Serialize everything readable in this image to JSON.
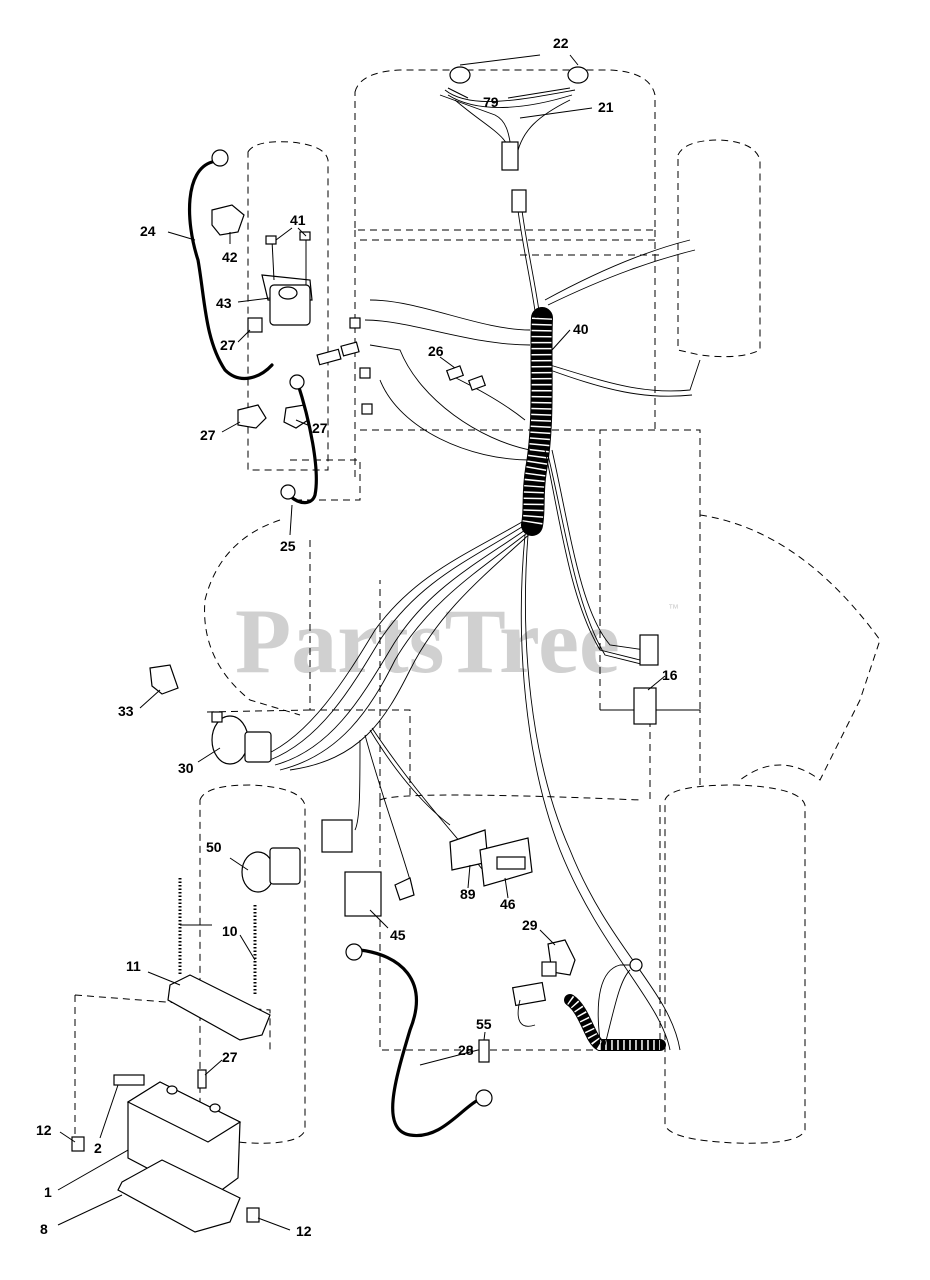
{
  "watermark": {
    "text": "PartsTree",
    "mark": "™"
  },
  "callouts": [
    {
      "id": "c22",
      "text": "22"
    },
    {
      "id": "c79",
      "text": "79"
    },
    {
      "id": "c21",
      "text": "21"
    },
    {
      "id": "c24",
      "text": "24"
    },
    {
      "id": "c41",
      "text": "41"
    },
    {
      "id": "c42",
      "text": "42"
    },
    {
      "id": "c43",
      "text": "43"
    },
    {
      "id": "c27a",
      "text": "27"
    },
    {
      "id": "c40",
      "text": "40"
    },
    {
      "id": "c26",
      "text": "26"
    },
    {
      "id": "c27b",
      "text": "27"
    },
    {
      "id": "c27c",
      "text": "27"
    },
    {
      "id": "c25",
      "text": "25"
    },
    {
      "id": "c16",
      "text": "16"
    },
    {
      "id": "c33",
      "text": "33"
    },
    {
      "id": "c30",
      "text": "30"
    },
    {
      "id": "c50",
      "text": "50"
    },
    {
      "id": "c10",
      "text": "10"
    },
    {
      "id": "c89",
      "text": "89"
    },
    {
      "id": "c46",
      "text": "46"
    },
    {
      "id": "c45",
      "text": "45"
    },
    {
      "id": "c29",
      "text": "29"
    },
    {
      "id": "c11",
      "text": "11"
    },
    {
      "id": "c55",
      "text": "55"
    },
    {
      "id": "c28",
      "text": "28"
    },
    {
      "id": "c27d",
      "text": "27"
    },
    {
      "id": "c12a",
      "text": "12"
    },
    {
      "id": "c2",
      "text": "2"
    },
    {
      "id": "c1",
      "text": "1"
    },
    {
      "id": "c8",
      "text": "8"
    },
    {
      "id": "c12b",
      "text": "12"
    }
  ]
}
